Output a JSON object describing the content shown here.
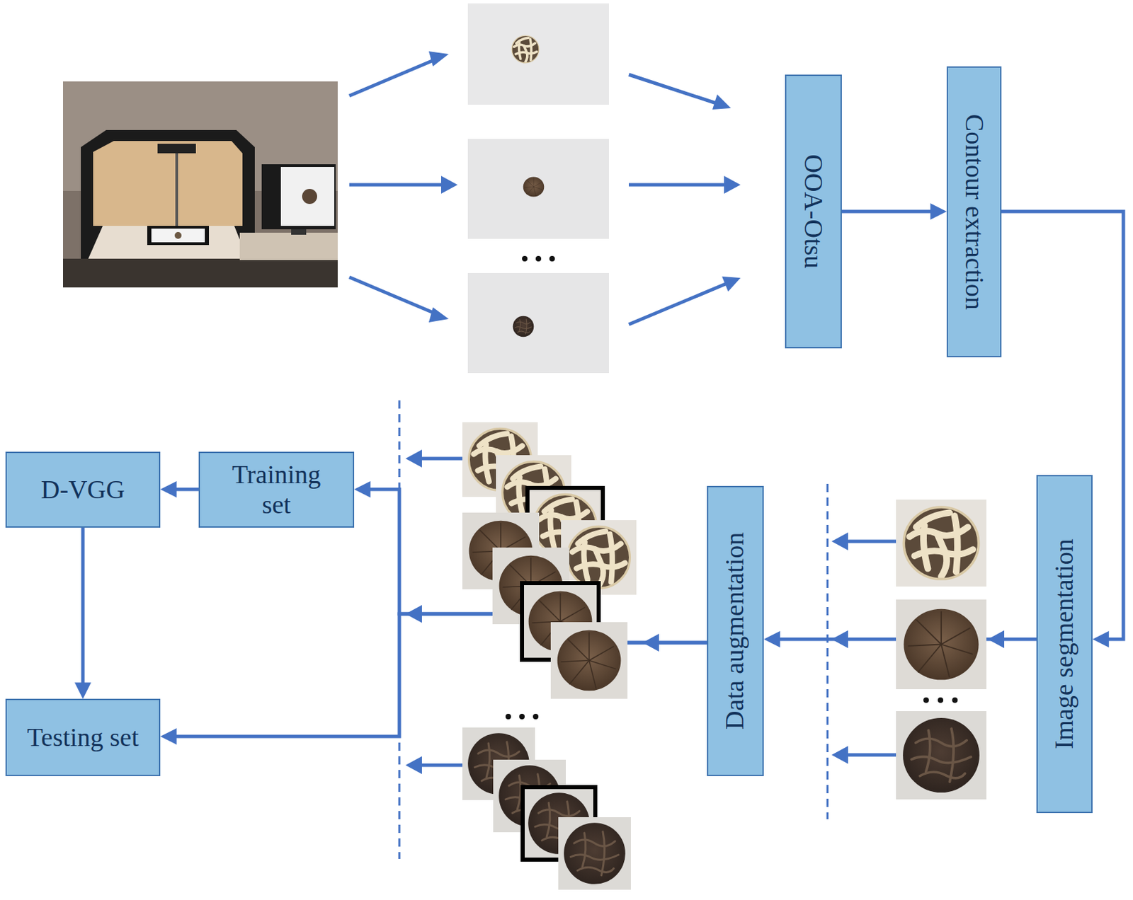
{
  "diagram": {
    "nodes": [
      {
        "text": [
          "OOA-Otsu"
        ]
      },
      {
        "text": [
          "Contour extraction"
        ]
      },
      {
        "text": [
          "Image segmentation"
        ]
      },
      {
        "text": [
          "Data augmentation"
        ]
      },
      {
        "text": [
          "Training set"
        ]
      },
      {
        "text": [
          "D-VGG"
        ]
      },
      {
        "text": [
          "Testing set"
        ]
      }
    ],
    "edges": [
      {
        "from": 0,
        "to": 1,
        "arrow": "to"
      },
      {
        "from": 1,
        "to": 2,
        "arrow": "to"
      },
      {
        "from": 2,
        "to": 3,
        "arrow": "to"
      },
      {
        "from": 3,
        "to": 4,
        "arrow": "to"
      },
      {
        "from": 3,
        "to": 6,
        "arrow": "to"
      },
      {
        "from": 4,
        "to": 5,
        "arrow": "to"
      },
      {
        "from": 5,
        "to": 6,
        "arrow": "to"
      }
    ]
  }
}
